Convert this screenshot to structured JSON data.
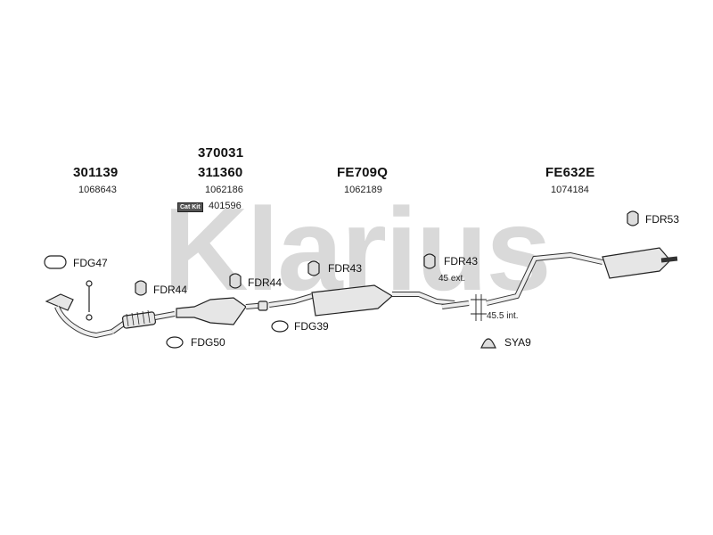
{
  "watermark": "Klarius",
  "parts": {
    "p1": {
      "number": "301139",
      "ref": "1068643"
    },
    "p2": {
      "number_top": "370031",
      "number": "311360",
      "ref": "1062186"
    },
    "p3": {
      "number": "FE709Q",
      "ref": "1062189"
    },
    "p4": {
      "number": "FE632E",
      "ref": "1074184"
    }
  },
  "cat_kit": {
    "badge": "Cat Kit",
    "ref": "401596"
  },
  "accessories": {
    "fdg47": "FDG47",
    "fdr44_a": "FDR44",
    "fdr44_b": "FDR44",
    "fdr43_a": "FDR43",
    "fdr43_b": "FDR43",
    "fdr53": "FDR53",
    "fdg39": "FDG39",
    "fdg50": "FDG50",
    "sya9": "SYA9"
  },
  "dimensions": {
    "ext": "45 ext.",
    "int": "45.5 int."
  },
  "colors": {
    "watermark": "#d9d9d9",
    "line": "#222222",
    "fill": "#e6e6e6"
  }
}
